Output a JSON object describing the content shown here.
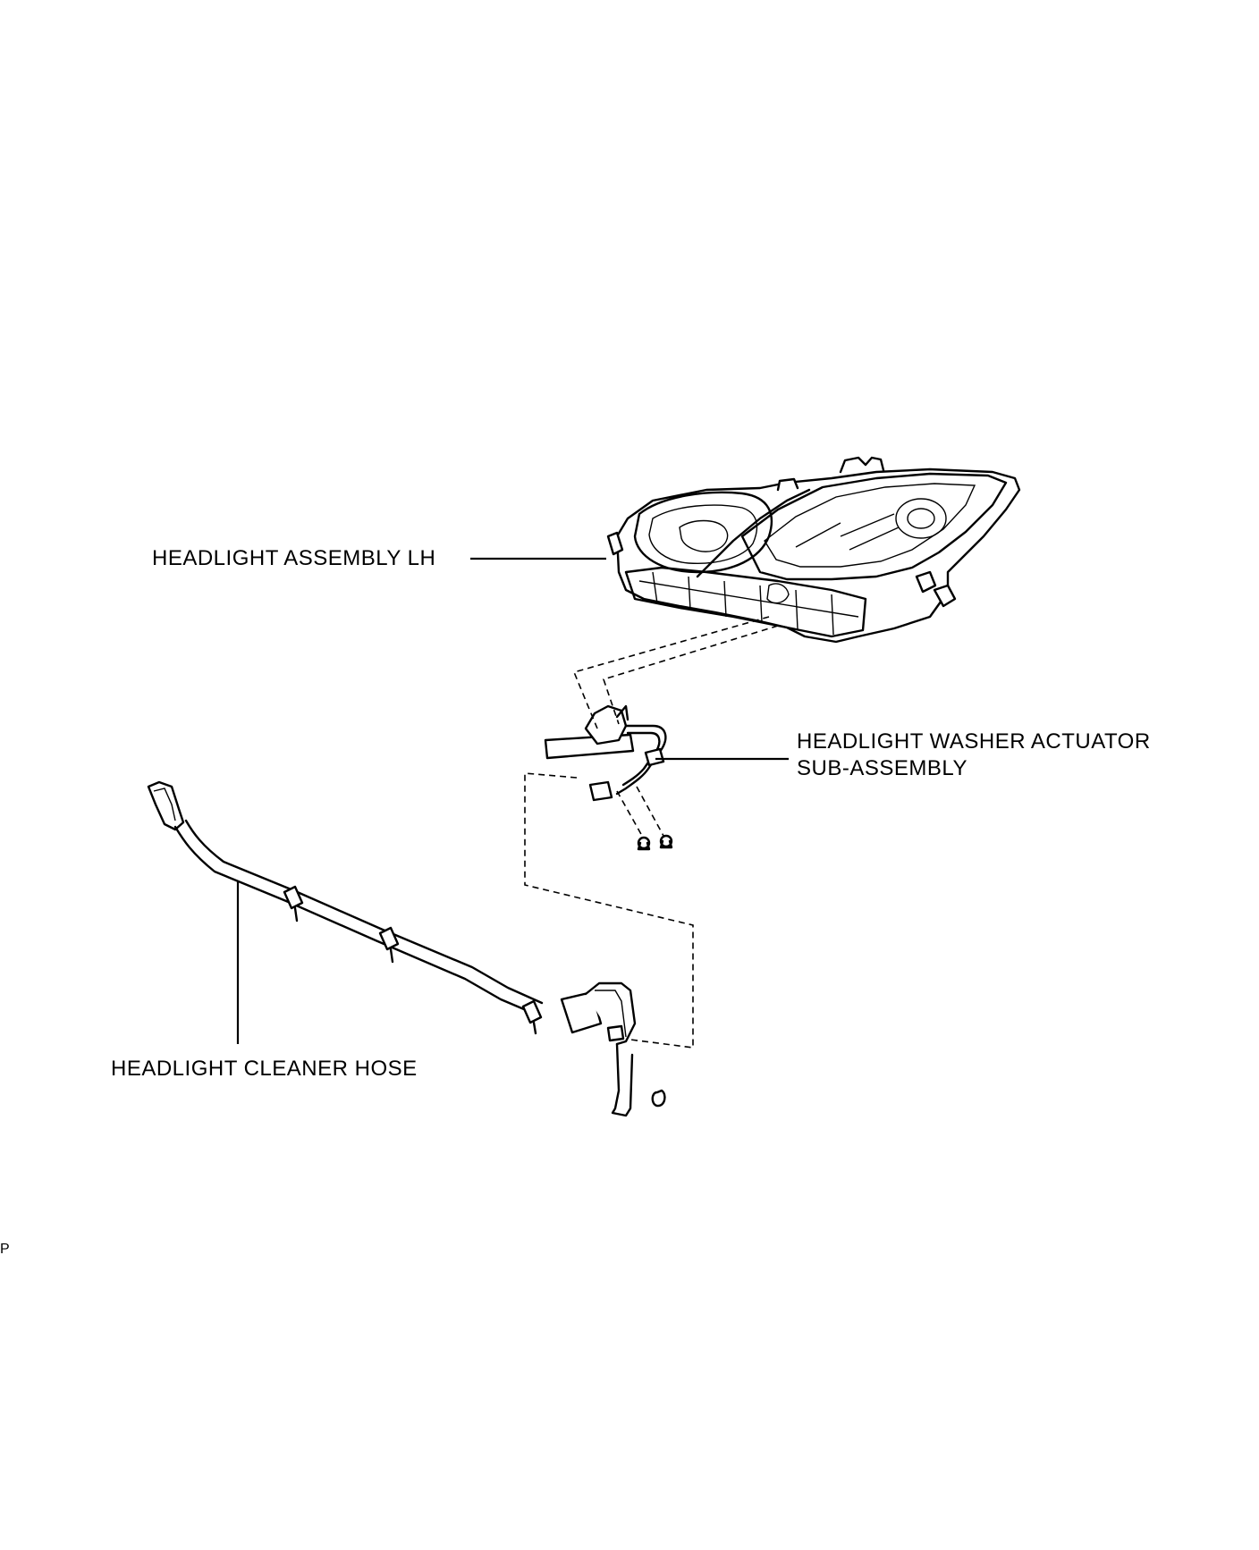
{
  "labels": {
    "headlight_assembly": "HEADLIGHT ASSEMBLY LH",
    "washer_actuator_line1": "HEADLIGHT WASHER ACTUATOR",
    "washer_actuator_line2": "SUB-ASSEMBLY",
    "cleaner_hose": "HEADLIGHT CLEANER HOSE",
    "corner_mark": "P"
  },
  "colors": {
    "ink": "#000000",
    "background": "#ffffff"
  }
}
